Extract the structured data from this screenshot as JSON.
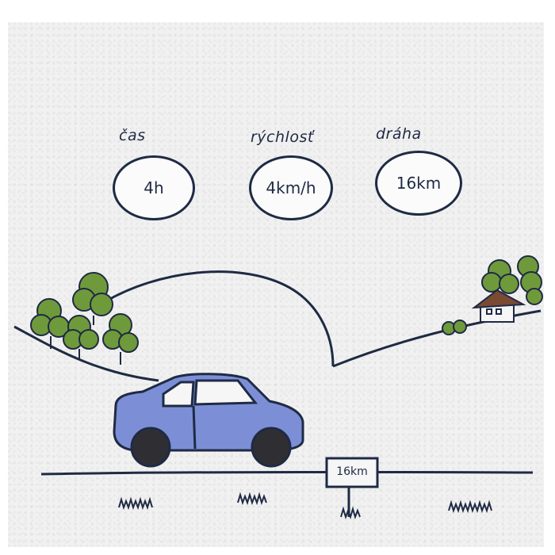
{
  "quantities": [
    {
      "label": "čas",
      "value": "4h"
    },
    {
      "label": "rýchlosť",
      "value": "4km/h"
    },
    {
      "label": "dráha",
      "value": "16km"
    }
  ],
  "road_sign": {
    "text": "16km"
  },
  "colors": {
    "ink": "#1f2a44",
    "car_body": "#7c8fd6",
    "tire": "#2f2f33",
    "tree_green": "#6f9a3b",
    "roof_brown": "#7a4a33"
  }
}
